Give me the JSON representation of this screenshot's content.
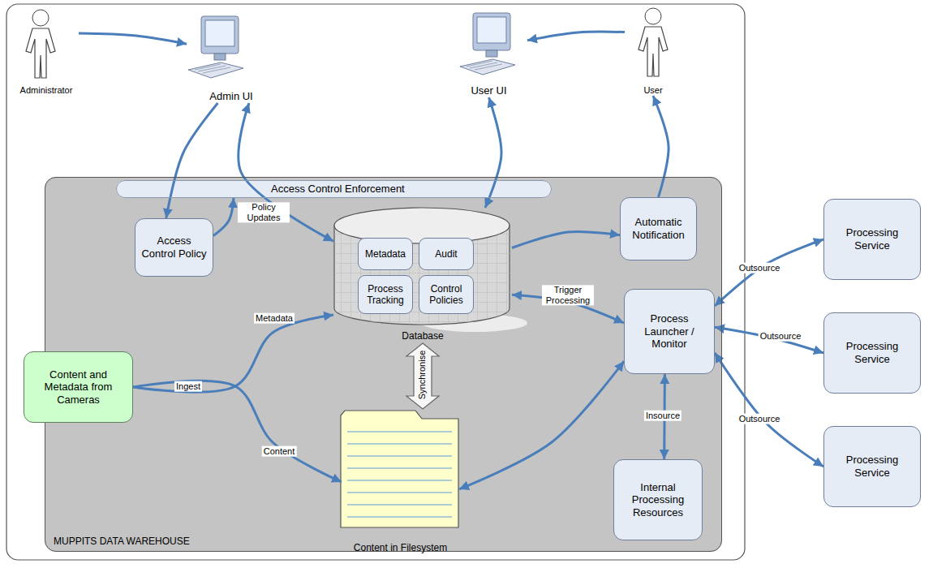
{
  "diagram": {
    "nodes": [
      {
        "text": [
          "MUPPITS DATA WAREHOUSE"
        ]
      },
      {
        "text": [
          "Access Control Enforcement"
        ]
      },
      {
        "text": [
          "Administrator"
        ]
      },
      {
        "text": [
          "Admin UI"
        ]
      },
      {
        "text": [
          "User UI"
        ]
      },
      {
        "text": [
          "User"
        ]
      },
      {
        "text": [
          "Access Control Policy"
        ],
        "in": 0
      },
      {
        "text": [
          "Database"
        ],
        "in": 0
      },
      {
        "text": [
          "Metadata"
        ],
        "in": 7
      },
      {
        "text": [
          "Audit"
        ],
        "in": 7
      },
      {
        "text": [
          "Process Tracking"
        ],
        "in": 7
      },
      {
        "text": [
          "Control Policies"
        ],
        "in": 7
      },
      {
        "text": [
          "Automatic Notification"
        ],
        "in": 0
      },
      {
        "text": [
          "Content and Metadata from Cameras"
        ],
        "in": 0
      },
      {
        "text": [
          "Process Launcher / Monitor"
        ],
        "in": 0
      },
      {
        "text": [
          "Content in Filesystem"
        ],
        "in": 0
      },
      {
        "text": [
          "Internal Processing Resources"
        ],
        "in": 0
      },
      {
        "text": [
          "Processing Service"
        ]
      },
      {
        "text": [
          "Processing Service"
        ]
      },
      {
        "text": [
          "Processing Service"
        ]
      }
    ],
    "edges": [
      {
        "from": 2,
        "to": 3,
        "arrow": "to"
      },
      {
        "from": 5,
        "to": 4,
        "arrow": "to"
      },
      {
        "from": 3,
        "to": 6,
        "arrow": "to"
      },
      {
        "from": 6,
        "to": 1,
        "arrow": "to"
      },
      {
        "from": 3,
        "to": 7,
        "label": "Policy Updates",
        "arrow": "both"
      },
      {
        "from": 4,
        "to": 7,
        "arrow": "both"
      },
      {
        "from": 7,
        "to": 12,
        "arrow": "to"
      },
      {
        "from": 12,
        "to": 5,
        "arrow": "to"
      },
      {
        "from": 7,
        "to": 14,
        "label": "Trigger Processing",
        "arrow": "both"
      },
      {
        "from": 13,
        "to": 7,
        "label": "Metadata",
        "arrow": "to"
      },
      {
        "from": 13,
        "to": 15,
        "label": "Content",
        "arrow": "to"
      },
      {
        "from": 7,
        "to": 15,
        "label": "Synchronise",
        "arrow": "both"
      },
      {
        "from": 15,
        "to": 14,
        "arrow": "both"
      },
      {
        "from": 14,
        "to": 16,
        "label": "Insource",
        "arrow": "both"
      },
      {
        "from": 14,
        "to": 17,
        "label": "Outsource",
        "arrow": "both"
      },
      {
        "from": 14,
        "to": 18,
        "label": "Outsource",
        "arrow": "both"
      },
      {
        "from": 14,
        "to": 19,
        "label": "Outsource",
        "arrow": "both"
      }
    ],
    "labels": [
      "Ingest"
    ]
  }
}
